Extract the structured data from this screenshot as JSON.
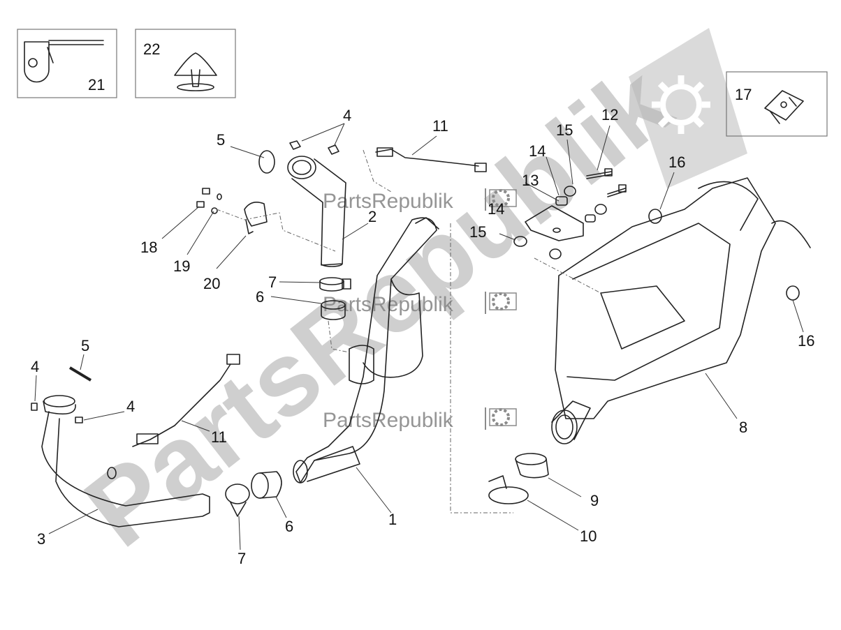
{
  "watermark": {
    "big_text": "PartsRepublik",
    "small_text": "PartsRepublik"
  },
  "labels": {
    "p1": "1",
    "p2": "2",
    "p3": "3",
    "p4a": "4",
    "p4b": "4",
    "p4c": "4",
    "p5a": "5",
    "p5b": "5",
    "p6a": "6",
    "p6b": "6",
    "p7a": "7",
    "p7b": "7",
    "p8": "8",
    "p9": "9",
    "p10": "10",
    "p11a": "11",
    "p11b": "11",
    "p12": "12",
    "p13": "13",
    "p14a": "14",
    "p14b": "14",
    "p15a": "15",
    "p15b": "15",
    "p16a": "16",
    "p16b": "16",
    "p17": "17",
    "p18": "18",
    "p19": "19",
    "p20": "20",
    "p21": "21",
    "p22": "22"
  },
  "colors": {
    "watermark": "#a9a9a9",
    "line": "#222222"
  },
  "icons": [
    "gear-icon",
    "flag-icon"
  ]
}
